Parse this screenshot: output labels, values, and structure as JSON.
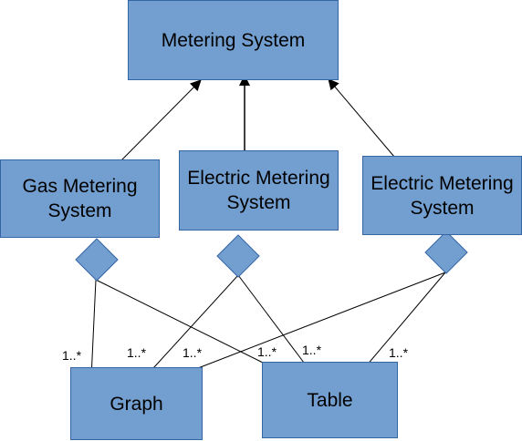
{
  "diagram": {
    "colors": {
      "box_fill": "#729fcf",
      "box_border": "#3465a4",
      "line": "#000000"
    },
    "classes": {
      "metering_system": "Metering System",
      "gas_metering_system": "Gas Metering System",
      "electric_metering_system_1": "Electric Metering System",
      "electric_metering_system_2": "Electric Metering System",
      "graph": "Graph",
      "table": "Table"
    },
    "multiplicities": {
      "gas_to_graph": "1..*",
      "elec1_to_graph": "1..*",
      "elec2_to_graph": "1..*",
      "gas_to_table": "1..*",
      "elec1_to_table": "1..*",
      "elec2_to_table": "1..*"
    }
  }
}
